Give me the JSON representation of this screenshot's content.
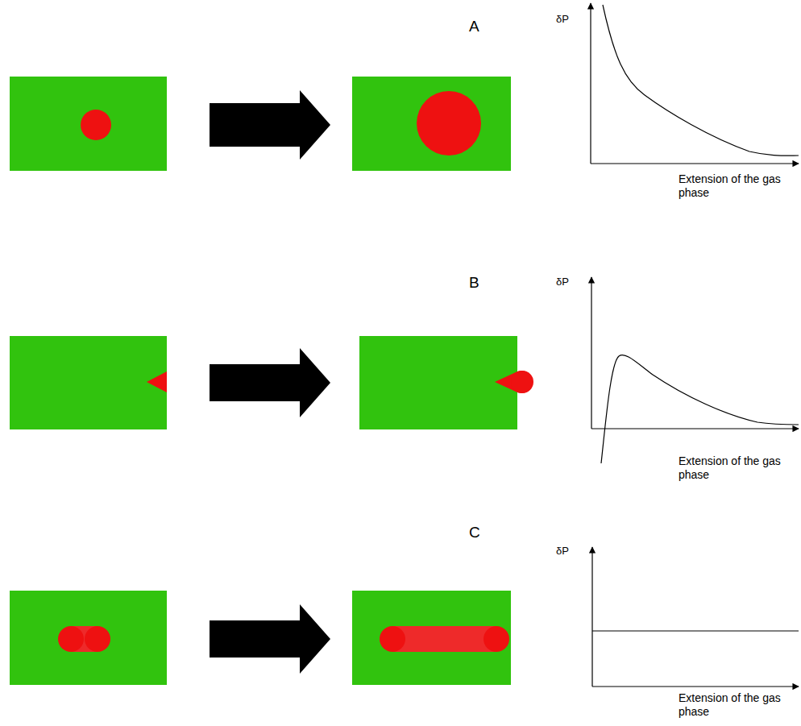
{
  "diagram": {
    "labels": [
      "A",
      "δP",
      "Extension of the gas phase",
      "B",
      "δP",
      "Extension of the gas phase",
      "C",
      "δP",
      "Extension of the gas phase"
    ]
  }
}
